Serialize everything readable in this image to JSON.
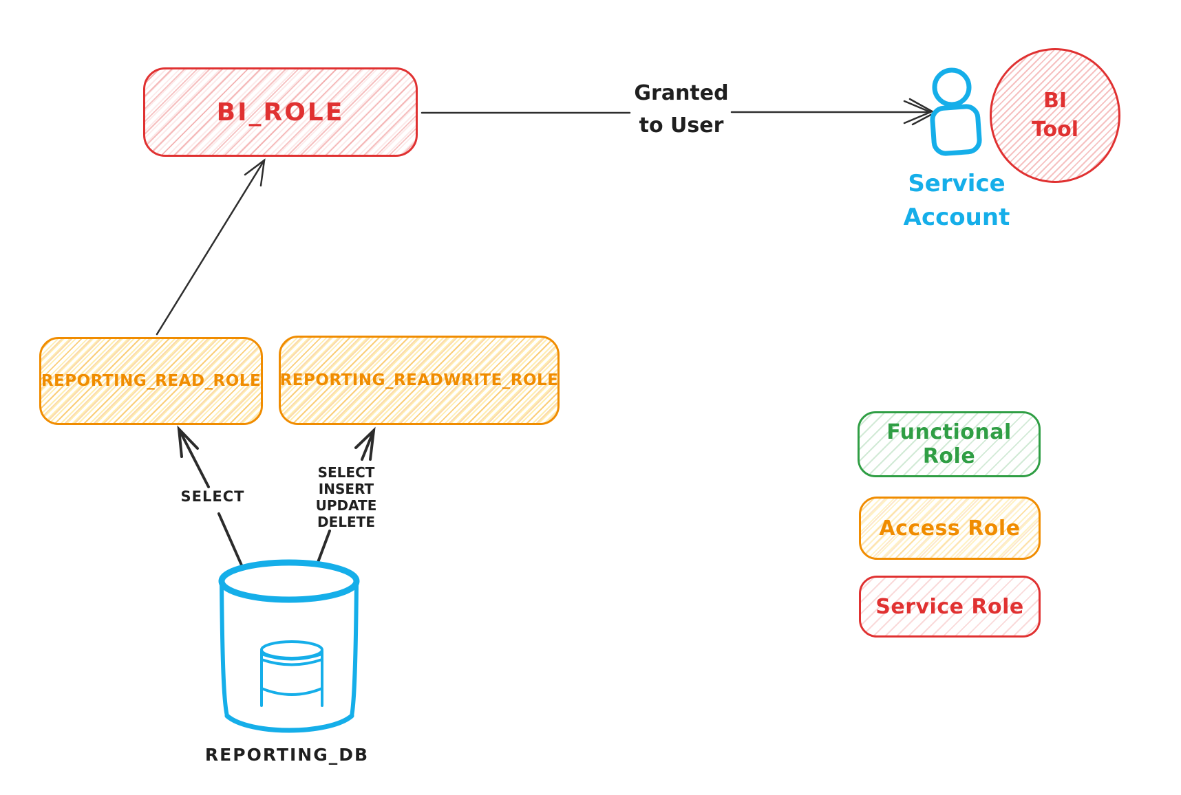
{
  "palette": {
    "service_role_red": "#e03131",
    "access_role_orange": "#f08c00",
    "functional_role_green": "#2f9e44",
    "database_blue": "#15aee9",
    "ink": "#1f1f1f"
  },
  "nodes": {
    "bi_role": {
      "label": "BI_ROLE"
    },
    "reporting_read_role": {
      "label": "REPORTING_READ_ROLE"
    },
    "reporting_readwrite_role": {
      "label": "REPORTING_READWRITE_ROLE"
    },
    "service_account": {
      "line1": "Service",
      "line2": "Account"
    },
    "bi_tool": {
      "line1": "BI",
      "line2": "Tool"
    },
    "reporting_db": {
      "label": "REPORTING_DB"
    }
  },
  "edges": {
    "granted_to_user": {
      "line1": "Granted",
      "line2": "to User"
    },
    "db_to_read": {
      "label": "SELECT"
    },
    "db_to_readwrite": {
      "lines": [
        "SELECT",
        "INSERT",
        "UPDATE",
        "DELETE"
      ]
    }
  },
  "legend": [
    {
      "label": "Functional Role",
      "color": "#2f9e44"
    },
    {
      "label": "Access Role",
      "color": "#f08c00"
    },
    {
      "label": "Service Role",
      "color": "#e03131"
    }
  ]
}
